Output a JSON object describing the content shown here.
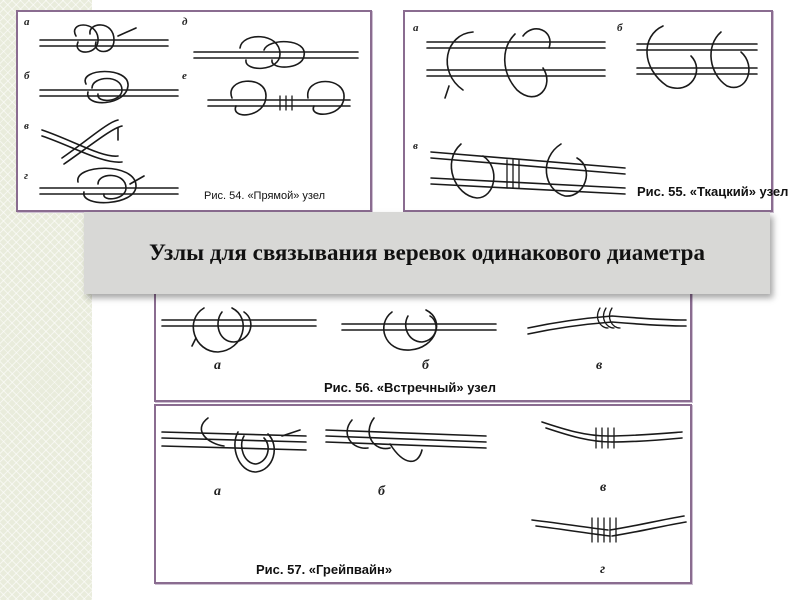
{
  "title": "Узлы для связывания веревок одинакового диаметра",
  "figures": [
    {
      "id": "fig54",
      "caption": "Рис. 54. «Прямой» узел",
      "labels": [
        "а",
        "б",
        "в",
        "г",
        "д",
        "е"
      ]
    },
    {
      "id": "fig55",
      "caption": "Рис. 55. «Ткацкий» узел",
      "labels": [
        "а",
        "б",
        "в"
      ]
    },
    {
      "id": "fig56",
      "caption": "Рис. 56. «Встречный» узел",
      "labels": [
        "а",
        "б",
        "в"
      ]
    },
    {
      "id": "fig57",
      "caption": "Рис. 57. «Грейпвайн»",
      "labels": [
        "а",
        "б",
        "в",
        "г"
      ]
    }
  ]
}
